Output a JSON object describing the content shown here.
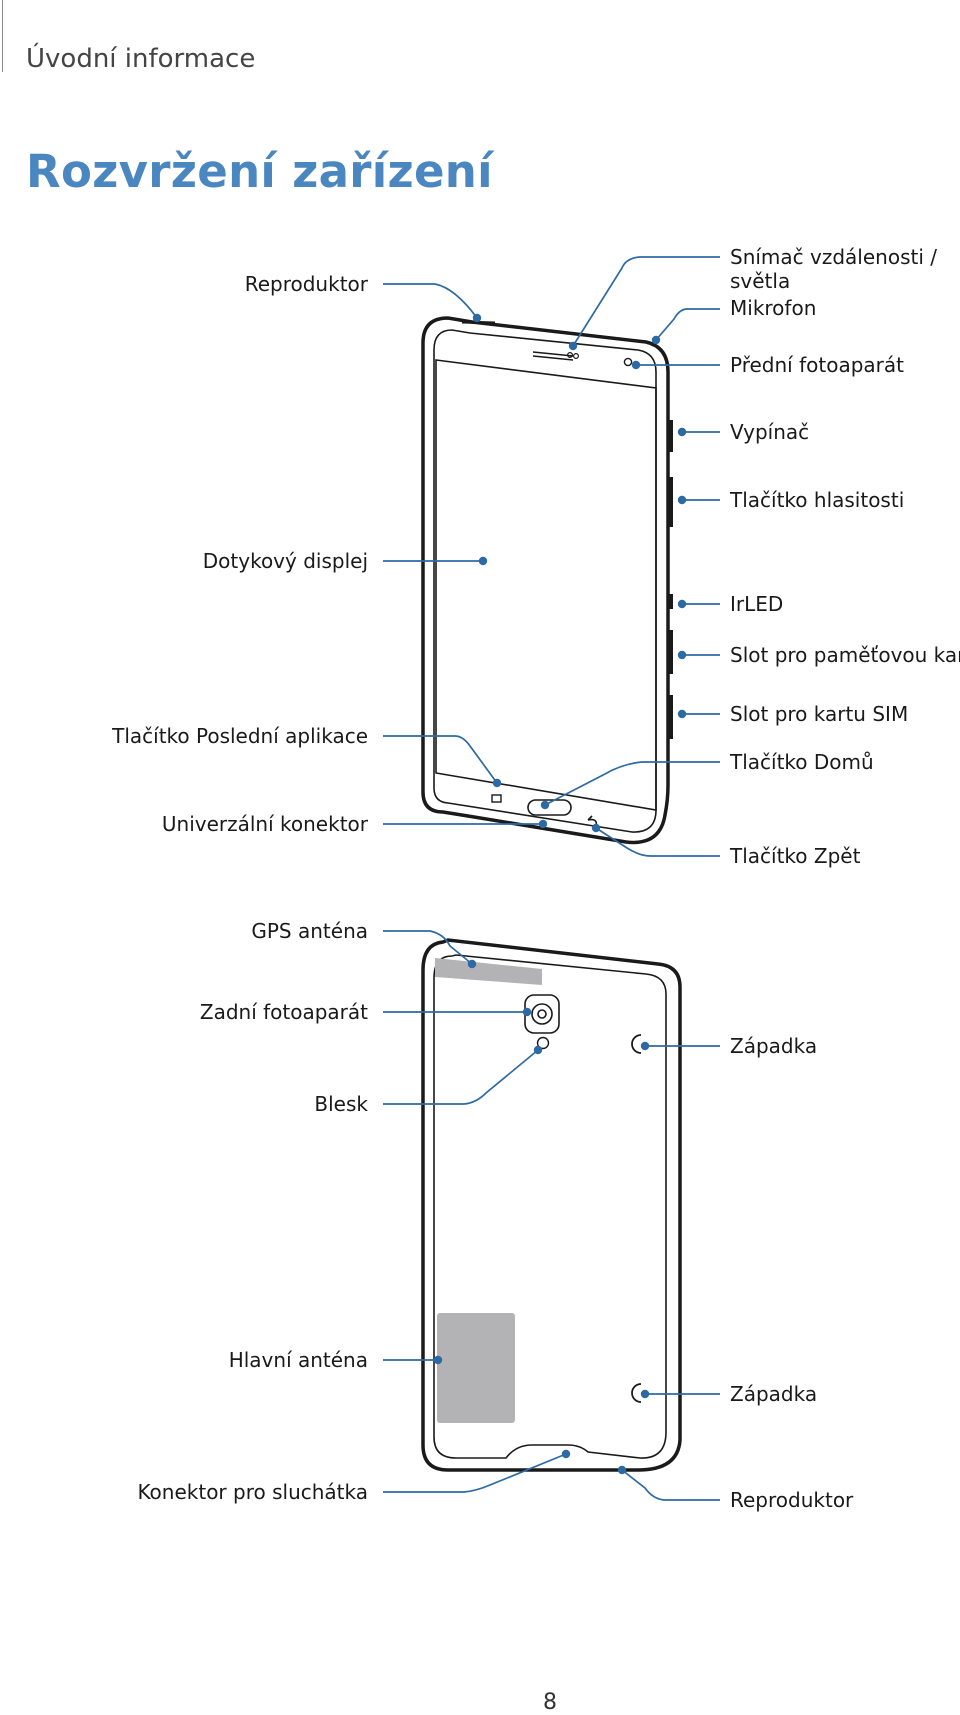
{
  "header": {
    "section": "Úvodní informace",
    "title": "Rozvržení zařízení",
    "page_number": "8"
  },
  "front_labels": {
    "reproduktor_top": "Reproduktor",
    "proximity_sensor_line1": "Snímač vzdálenosti /",
    "proximity_sensor_line2": "světla",
    "microphone": "Mikrofon",
    "front_camera": "Přední fotoaparát",
    "power": "Vypínač",
    "volume": "Tlačítko hlasitosti",
    "touch_display": "Dotykový displej",
    "irled": "IrLED",
    "memory_slot": "Slot pro paměťovou kartu",
    "recent_apps": "Tlačítko Poslední aplikace",
    "sim_slot": "Slot pro kartu SIM",
    "home": "Tlačítko Domů",
    "universal_connector": "Univerzální konektor",
    "back": "Tlačítko Zpět"
  },
  "back_labels": {
    "gps_antenna": "GPS anténa",
    "rear_camera": "Zadní fotoaparát",
    "latch_top": "Západka",
    "flash": "Blesk",
    "main_antenna": "Hlavní anténa",
    "latch_bottom": "Západka",
    "headset_jack": "Konektor pro sluchátka",
    "speaker_bottom": "Reproduktor"
  },
  "colors": {
    "accent": "#4a86bf",
    "leader": "#2d6aa3",
    "antenna_fill": "#b3b3b5"
  }
}
